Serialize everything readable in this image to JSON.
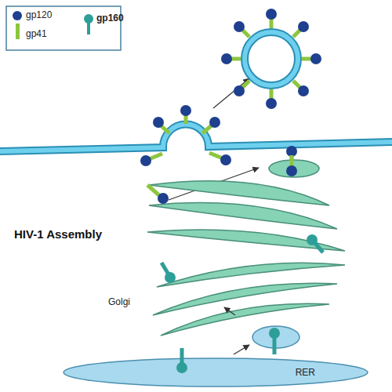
{
  "diagram": {
    "title": "HIV-1 Assembly",
    "nodes": [
      {
        "text": [
          "RER"
        ]
      }
    ],
    "labels": [
      "Golgi"
    ],
    "legend": [
      {
        "text": "gp120"
      },
      {
        "text": "gp41"
      },
      {
        "text": "gp160"
      }
    ]
  }
}
